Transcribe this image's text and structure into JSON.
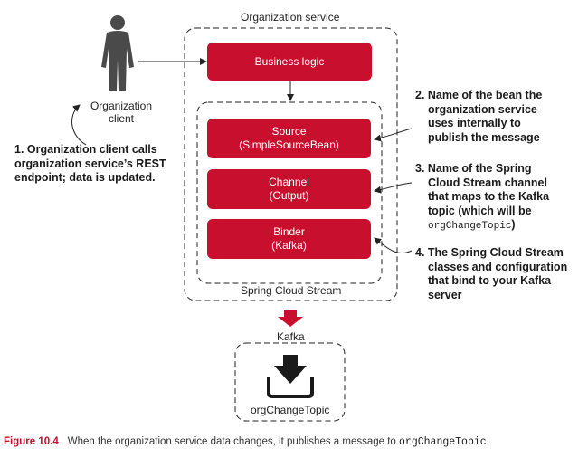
{
  "diagram": {
    "org_service_label": "Organization service",
    "business_logic": "Business logic",
    "source": {
      "line1": "Source",
      "line2": "(SimpleSourceBean)"
    },
    "channel": {
      "line1": "Channel",
      "line2": "(Output)"
    },
    "binder": {
      "line1": "Binder",
      "line2": "(Kafka)"
    },
    "spring_cloud_stream_label": "Spring Cloud Stream",
    "client_label_line1": "Organization",
    "client_label_line2": "client",
    "kafka_label": "Kafka",
    "topic_label": "orgChangeTopic"
  },
  "notes": {
    "note1": [
      "1. Organization client calls",
      "organization service’s REST",
      "endpoint; data is updated."
    ],
    "note2": [
      "2. Name of the bean the",
      "organization service",
      "uses internally to",
      "publish the message"
    ],
    "note3": [
      "3. Name of the Spring",
      "Cloud Stream channel",
      "that maps to the Kafka",
      "topic (which will be"
    ],
    "note3_code": "orgChangeTopic",
    "note3_close": ")",
    "note4": [
      "4. The Spring Cloud Stream",
      "classes and configuration",
      "that bind to your Kafka",
      "server"
    ]
  },
  "caption": {
    "figure": "Figure 10.4",
    "text": "When the organization service data changes, it publishes a message to",
    "code": "orgChangeTopic",
    "end": "."
  },
  "colors": {
    "accent": "#c8102e",
    "person": "#4a4a4a"
  }
}
